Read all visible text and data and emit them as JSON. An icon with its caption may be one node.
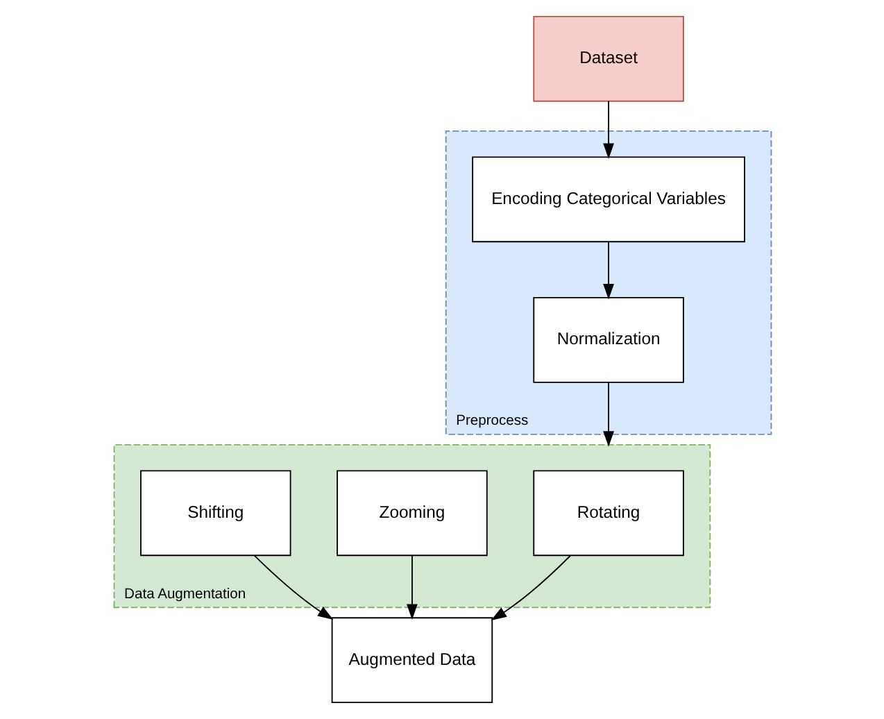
{
  "diagram": {
    "nodes": [
      {
        "text": [
          "Dataset"
        ]
      },
      {
        "text": [
          "Preprocess"
        ]
      },
      {
        "text": [
          "Encoding Categorical Variables"
        ],
        "in": 1
      },
      {
        "text": [
          "Normalization"
        ],
        "in": 1
      },
      {
        "text": [
          "Data Augmentation"
        ]
      },
      {
        "text": [
          "Rotating"
        ],
        "in": 4
      },
      {
        "text": [
          "Zooming"
        ],
        "in": 4
      },
      {
        "text": [
          "Shifting"
        ],
        "in": 4
      },
      {
        "text": [
          "Augmented Data"
        ]
      }
    ],
    "edges": [
      {
        "from": 0,
        "to": 2,
        "arrow": "to"
      },
      {
        "from": 2,
        "to": 3,
        "arrow": "to"
      },
      {
        "from": 3,
        "to": 4,
        "arrow": "to"
      },
      {
        "from": 5,
        "to": 8,
        "arrow": "to"
      },
      {
        "from": 6,
        "to": 8,
        "arrow": "to"
      },
      {
        "from": 7,
        "to": 8,
        "arrow": "to"
      }
    ]
  }
}
